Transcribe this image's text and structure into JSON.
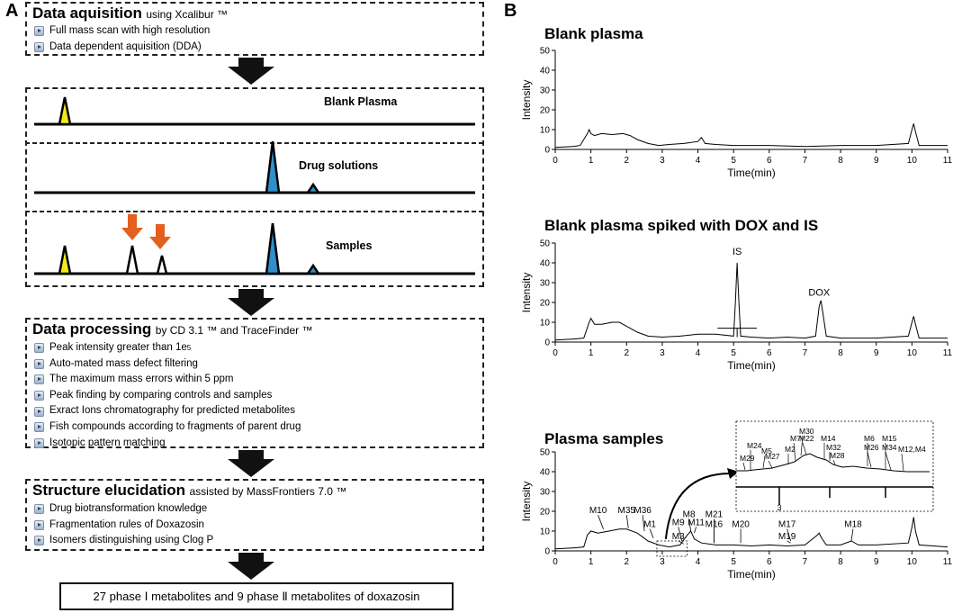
{
  "panel_a": {
    "letter": "A",
    "acquisition": {
      "title": "Data aquisition",
      "subtitle": "using Xcalibur ™",
      "items": [
        "Full mass scan with high resolution",
        "Data dependent aquisition (DDA)"
      ]
    },
    "stages": {
      "blank": "Blank Plasma",
      "drug": "Drug solutions",
      "samples": "Samples"
    },
    "processing": {
      "title": "Data processing",
      "subtitle": "by CD 3.1 ™ and TraceFinder ™",
      "items": [
        "Peak intensity greater than 1e",
        "Auto-mated mass defect filtering",
        "The maximum mass errors within 5 ppm",
        "Peak finding by comparing controls and samples",
        "Exract Ions chromatography for predicted metabolites",
        "Fish compounds according to fragments of parent drug",
        "Isotopic pattern matching"
      ],
      "superscript": "5"
    },
    "elucidation": {
      "title": "Structure elucidation",
      "subtitle": "assisted by MassFrontiers 7.0 ™",
      "items": [
        "Drug biotransformation knowledge",
        "Fragmentation rules of Doxazosin",
        "Isomers distinguishing using Clog P"
      ]
    },
    "result": "27 phase Ⅰ metabolites and 9 phase Ⅱ metabolites of doxazosin",
    "colors": {
      "yellow": "#f2ea1b",
      "blue": "#2e8fcb",
      "orange": "#e4601e"
    }
  },
  "panel_b": {
    "letter": "B"
  },
  "chart_data": [
    {
      "type": "line",
      "title": "Blank plasma",
      "xlabel": "Time(min)",
      "ylabel": "Intensity",
      "xlim": [
        0,
        11
      ],
      "ylim": [
        0,
        50
      ],
      "xticks": [
        0,
        1,
        2,
        3,
        4,
        5,
        6,
        7,
        8,
        9,
        10,
        11
      ],
      "yticks": [
        0,
        10,
        20,
        30,
        40,
        50
      ],
      "series": [
        {
          "x": [
            0,
            0.5,
            0.7,
            0.9,
            0.95,
            1.0,
            1.1,
            1.3,
            1.6,
            1.9,
            2.1,
            2.3,
            2.6,
            2.9,
            3.2,
            3.6,
            4.0,
            4.1,
            4.2,
            4.5,
            5.0,
            6.0,
            7.0,
            8.0,
            9.0,
            9.9,
            10.0,
            10.05,
            10.1,
            10.2,
            11.0
          ],
          "y": [
            1,
            1.5,
            2,
            8,
            10,
            8,
            7,
            8,
            7.5,
            8,
            7,
            5,
            3,
            2,
            2.5,
            3,
            4,
            6,
            3,
            2.5,
            2,
            2,
            1.5,
            2,
            2,
            3,
            10,
            13,
            9,
            2,
            2
          ]
        }
      ]
    },
    {
      "type": "line",
      "title": "Blank plasma spiked with DOX and IS",
      "xlabel": "Time(min)",
      "ylabel": "Intensity",
      "xlim": [
        0,
        11
      ],
      "ylim": [
        0,
        50
      ],
      "xticks": [
        0,
        1,
        2,
        3,
        4,
        5,
        6,
        7,
        8,
        9,
        10,
        11
      ],
      "yticks": [
        0,
        10,
        20,
        30,
        40,
        50
      ],
      "annotations": [
        "IS",
        "DOX"
      ],
      "series": [
        {
          "x": [
            0,
            0.5,
            0.8,
            0.95,
            1.0,
            1.1,
            1.3,
            1.6,
            1.8,
            2.0,
            2.3,
            2.6,
            3.0,
            3.5,
            4.0,
            4.5,
            5.0,
            5.05,
            5.1,
            5.15,
            5.2,
            5.5,
            6.0,
            6.5,
            7.0,
            7.3,
            7.4,
            7.45,
            7.5,
            7.6,
            8.0,
            9.0,
            9.9,
            10.0,
            10.05,
            10.1,
            10.2,
            11.0
          ],
          "y": [
            1,
            1.5,
            2,
            10,
            12,
            9,
            9,
            10,
            10,
            8,
            5,
            3,
            2.5,
            3,
            4,
            4,
            3,
            20,
            40,
            20,
            3,
            2.5,
            2,
            2.5,
            2,
            3,
            18,
            21,
            15,
            3,
            2,
            2,
            3,
            10,
            13,
            9,
            2,
            2
          ]
        }
      ]
    },
    {
      "type": "line",
      "title": "Plasma samples",
      "xlabel": "Time(min)",
      "ylabel": "Intensity",
      "xlim": [
        0,
        11
      ],
      "ylim": [
        0,
        50
      ],
      "xticks": [
        0,
        1,
        2,
        3,
        4,
        5,
        6,
        7,
        8,
        9,
        10,
        11
      ],
      "yticks": [
        0,
        10,
        20,
        30,
        40,
        50
      ],
      "annotations": [
        "M10",
        "M35",
        "M36",
        "M1",
        "M9",
        "M3",
        "M8",
        "M11",
        "M21",
        "M16",
        "M20",
        "M17",
        "M19",
        "M18"
      ],
      "inset_annotations": [
        "M29",
        "M24",
        "M5",
        "M27",
        "M2",
        "M7",
        "M30",
        "M22",
        "M14",
        "M32",
        "M28",
        "M6",
        "M26",
        "M15",
        "M34",
        "M12,M4"
      ],
      "inset_tick": "3",
      "series": [
        {
          "x": [
            0,
            0.5,
            0.8,
            0.9,
            1.0,
            1.2,
            1.5,
            1.8,
            2.0,
            2.3,
            2.6,
            2.9,
            3.2,
            3.5,
            3.7,
            3.8,
            3.9,
            4.1,
            4.5,
            5.0,
            5.5,
            6.0,
            6.5,
            7.0,
            7.35,
            7.4,
            7.45,
            7.6,
            8.0,
            8.3,
            8.5,
            9.0,
            9.9,
            10.0,
            10.05,
            10.1,
            10.2,
            11.0
          ],
          "y": [
            1,
            1.5,
            2,
            8,
            10,
            9,
            10,
            11,
            11,
            9,
            5,
            3,
            2,
            3,
            8,
            10,
            6,
            4,
            3,
            3,
            2.5,
            3,
            2.5,
            3,
            8,
            9,
            7,
            3,
            3,
            5,
            3,
            3,
            4,
            12,
            17,
            10,
            3,
            2
          ]
        }
      ]
    }
  ]
}
